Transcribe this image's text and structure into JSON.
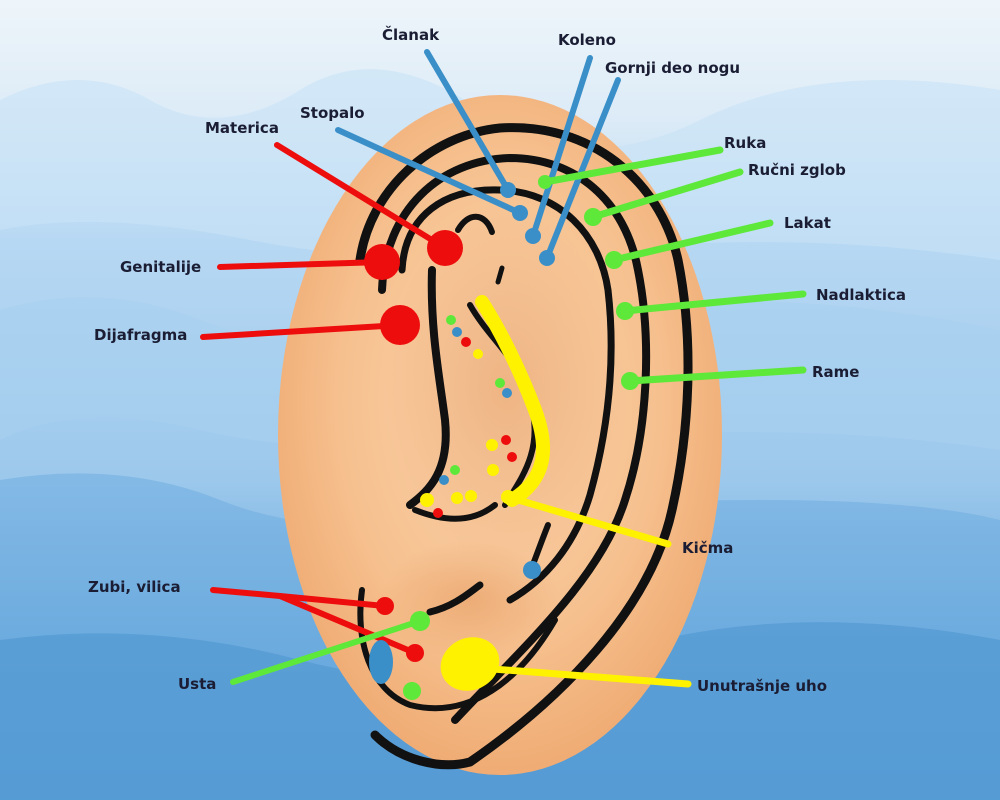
{
  "diagram": {
    "subject": "Ear reflexology map",
    "colors": {
      "sky_top": "#e9f2f8",
      "sky_mid": "#b9dbf5",
      "sky_low": "#8fc0e8",
      "sea": "#5a9fd6",
      "skin": "#f6c08e",
      "skin_shade": "#e9a168",
      "outline": "#111111",
      "red": "#ee0d0d",
      "blue": "#3a8fc8",
      "green": "#5ee83a",
      "yellow": "#fff200",
      "label_text": "#1a1d33"
    },
    "labels": {
      "clanak": "Članak",
      "koleno": "Koleno",
      "gornji_deo_nogu": "Gornji deo nogu",
      "stopalo": "Stopalo",
      "materica": "Materica",
      "ruka": "Ruka",
      "rucni_zglob": "Ručni zglob",
      "lakat": "Lakat",
      "genitalije": "Genitalije",
      "nadlaktica": "Nadlaktica",
      "dijafragma": "Dijafragma",
      "rame": "Rame",
      "kicma": "Kičma",
      "zubi_vilica": "Zubi, vilica",
      "usta": "Usta",
      "unutrasnje_uho": "Unutrašnje uho"
    },
    "groups": {
      "red": [
        "Materica",
        "Genitalije",
        "Dijafragma",
        "Zubi, vilica"
      ],
      "blue": [
        "Članak",
        "Koleno",
        "Gornji deo nogu",
        "Stopalo"
      ],
      "green": [
        "Ruka",
        "Ručni zglob",
        "Lakat",
        "Nadlaktica",
        "Rame",
        "Usta"
      ],
      "yellow": [
        "Kičma",
        "Unutrašnje uho"
      ]
    }
  }
}
